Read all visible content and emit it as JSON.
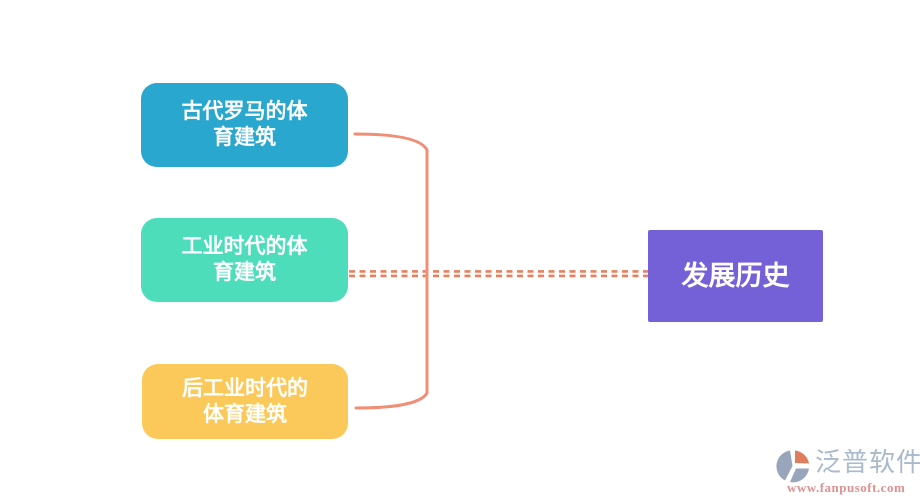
{
  "diagram": {
    "root": {
      "label": "发展历史",
      "color": "#7561d7",
      "text_color": "#ffffff"
    },
    "branches": [
      {
        "label": "古代罗马的体育建筑",
        "lines": [
          "古代罗马的体",
          "育建筑"
        ],
        "color": "#29a7cf",
        "text_color": "#ffffff"
      },
      {
        "label": "工业时代的体育建筑",
        "lines": [
          "工业时代的体",
          "育建筑"
        ],
        "color": "#4eddbb",
        "text_color": "#ffffff"
      },
      {
        "label": "后工业时代的体育建筑",
        "lines": [
          "后工业时代的",
          "体育建筑"
        ],
        "color": "#fbc95a",
        "text_color": "#ffffff"
      }
    ],
    "connector_color": "#f08e76",
    "dash_color": "#e8805f"
  },
  "watermark": {
    "brand": "泛普软件",
    "url": "www.fanpusoft.com",
    "brand_color": "#a9bacc",
    "url_color": "#e09090",
    "logo_gray": "#98a5bb",
    "logo_orange": "#df7d5c"
  }
}
